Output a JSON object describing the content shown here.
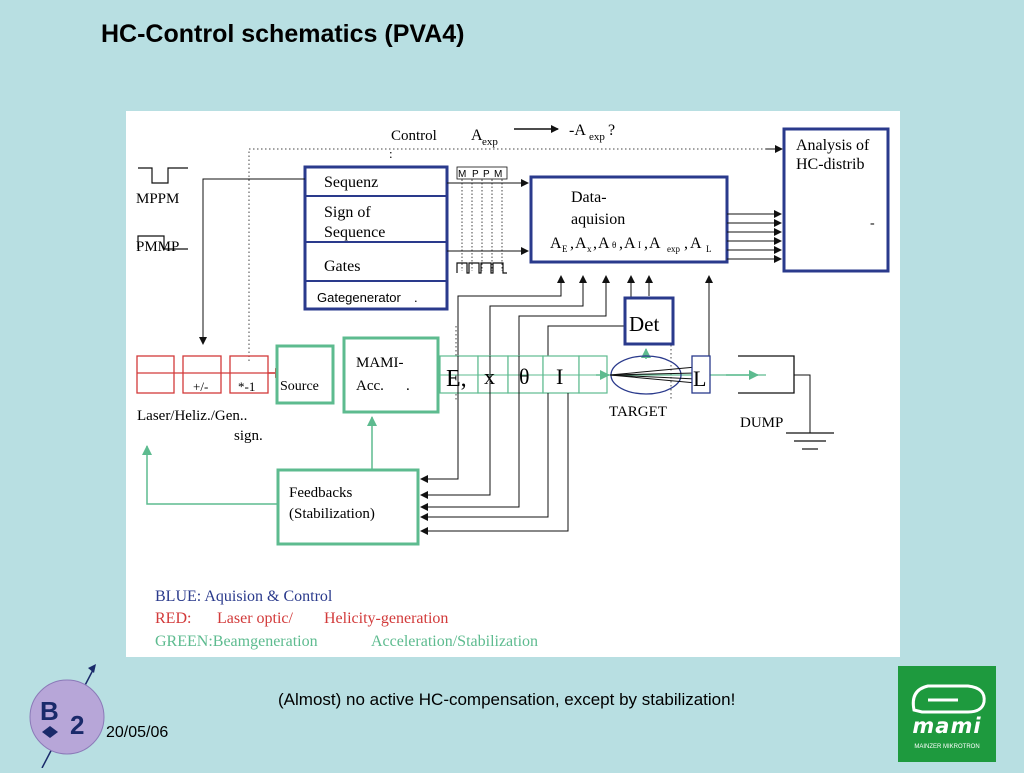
{
  "slide": {
    "title": "HC-Control schematics (PVA4)",
    "note": "(Almost) no active HC-compensation, except by stabilization!",
    "date": "20/05/06",
    "logo_left_letters": [
      "B",
      "2"
    ],
    "logo_right_text": "mami",
    "logo_right_sub": "MAINZER MIKROTRON"
  },
  "colors": {
    "background": "#b8dfe2",
    "blue": "#2a3a8c",
    "red": "#d23a3a",
    "green": "#5dbb8f",
    "logo_green": "#1e9a3e"
  },
  "diagram": {
    "control_label": "Control",
    "control_colon": ":",
    "a_exp": "A",
    "a_exp_sub": "exp",
    "neg_a_exp": "-A",
    "neg_a_exp_sub": "exp",
    "neg_a_exp_q": "?",
    "analysis_line1": "Analysis of",
    "analysis_line2": "HC-distrib",
    "analysis_dash": "-",
    "mppm": "MPPM",
    "pmmp": "PMMP",
    "seq_sequenz": "Sequenz",
    "seq_sign1": "Sign of",
    "seq_sign2": "Sequence",
    "seq_gates": "Gates",
    "seq_gategen": "Gategenerator",
    "seq_gategen_dot": ".",
    "mpp_labels": [
      "M",
      "P",
      "P",
      "M"
    ],
    "daq_line1": "Data-",
    "daq_line2": "aquision",
    "daq_formula": "A",
    "daq_subs": [
      "E",
      "x",
      "θ",
      "I",
      "exp",
      "L"
    ],
    "det": "Det",
    "source": "Source",
    "mami1": "MAMI-",
    "mami2": "Acc.",
    "mami_dot": ".",
    "beam_cells": [
      "E,",
      "x",
      "θ",
      "I"
    ],
    "target": "TARGET",
    "l_box": "L",
    "dump": "DUMP",
    "plus_minus": "+/-",
    "times_minus1": "*-1",
    "laser_line1": "Laser/Heliz./Gen..",
    "laser_line2": "sign.",
    "feedback1": "Feedbacks",
    "feedback2": "(Stabilization)",
    "legend_blue": "BLUE: Aquision & Control",
    "legend_red_a": "RED:",
    "legend_red_b": "Laser optic/",
    "legend_red_c": "Helicity-generation",
    "legend_green_a": "GREEN:Beamgeneration",
    "legend_green_b": "Acceleration/Stabilization"
  }
}
